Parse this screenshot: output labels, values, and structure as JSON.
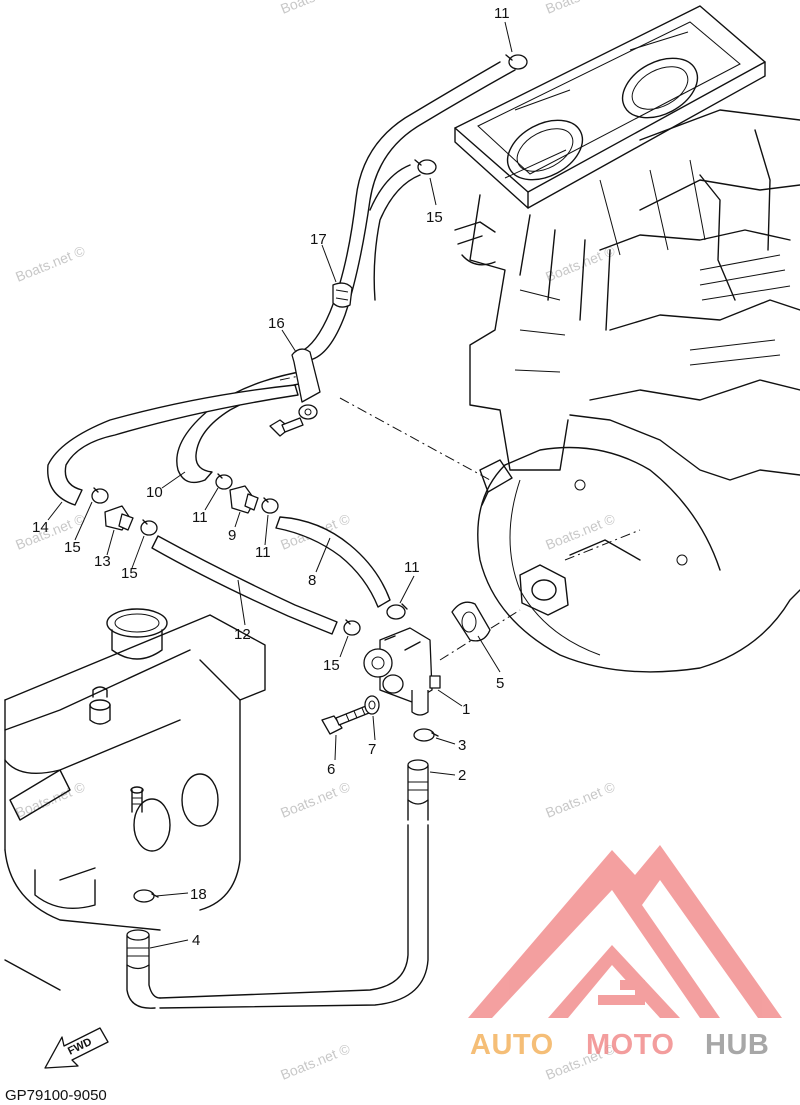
{
  "diagram": {
    "code": "GP79100-9050",
    "direction_label": "FWD",
    "watermark": "Boats.net ©",
    "logo": {
      "part1": "AUTO",
      "part2": "MOTO",
      "part3": "HUB",
      "mark_color": "#f08080",
      "auto_color": "#f2a94a",
      "moto_color": "#ef7d7d",
      "hub_color": "#8a8a8a"
    },
    "callouts": [
      "11",
      "15",
      "17",
      "16",
      "10",
      "14",
      "15",
      "13",
      "15",
      "11",
      "9",
      "11",
      "8",
      "11",
      "12",
      "15",
      "5",
      "1",
      "7",
      "3",
      "6",
      "2",
      "18",
      "4"
    ]
  }
}
